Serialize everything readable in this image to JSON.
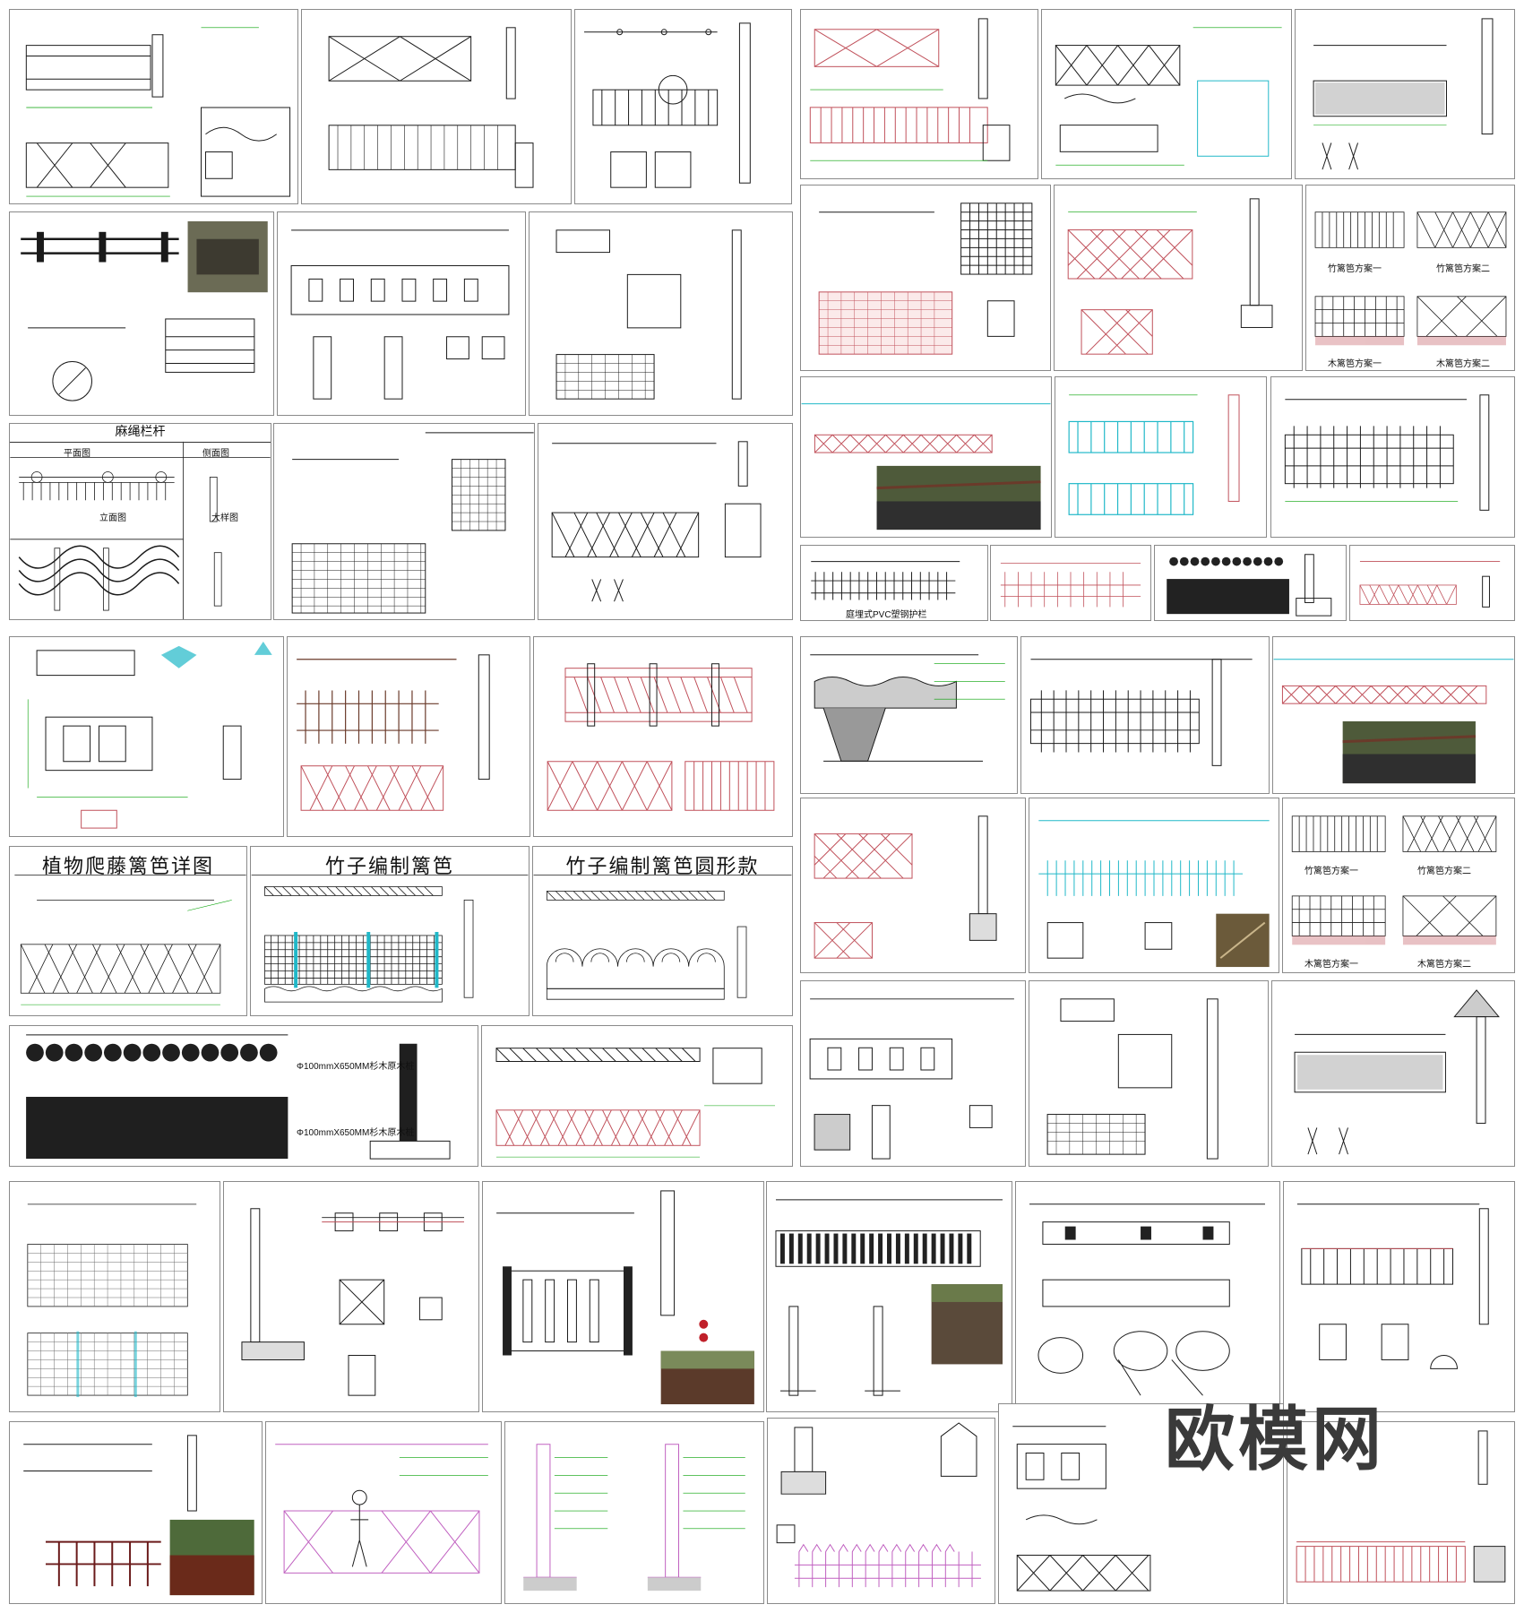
{
  "sheet_titles": {
    "hemp_rope_railing": "麻绳栏杆",
    "plan_view": "平面图",
    "side_view": "侧面图",
    "elevation_view": "立面图",
    "large_sample": "大样图",
    "plant_vine_fence": "植物爬藤篱笆详图",
    "bamboo_woven_fence": "竹子编制篱笆",
    "bamboo_woven_fence_round": "竹子编制篱笆圆形款"
  },
  "scheme_labels": {
    "bamboo_1": "竹篱笆方案一",
    "bamboo_2": "竹篱笆方案二",
    "wood_1": "木篱笆方案一",
    "wood_2": "木篱笆方案二"
  },
  "pvc_label": "庭埋式PVC塑钢护栏",
  "spec_note": "Φ100mmX650MM杉木原木桩",
  "watermark": "欧模网",
  "colors": {
    "line": "#1a1a1a",
    "dim_green": "#00a000",
    "hatch_red": "#c0505a",
    "cyan": "#20b8c8",
    "frame": "#8a8a8a"
  }
}
